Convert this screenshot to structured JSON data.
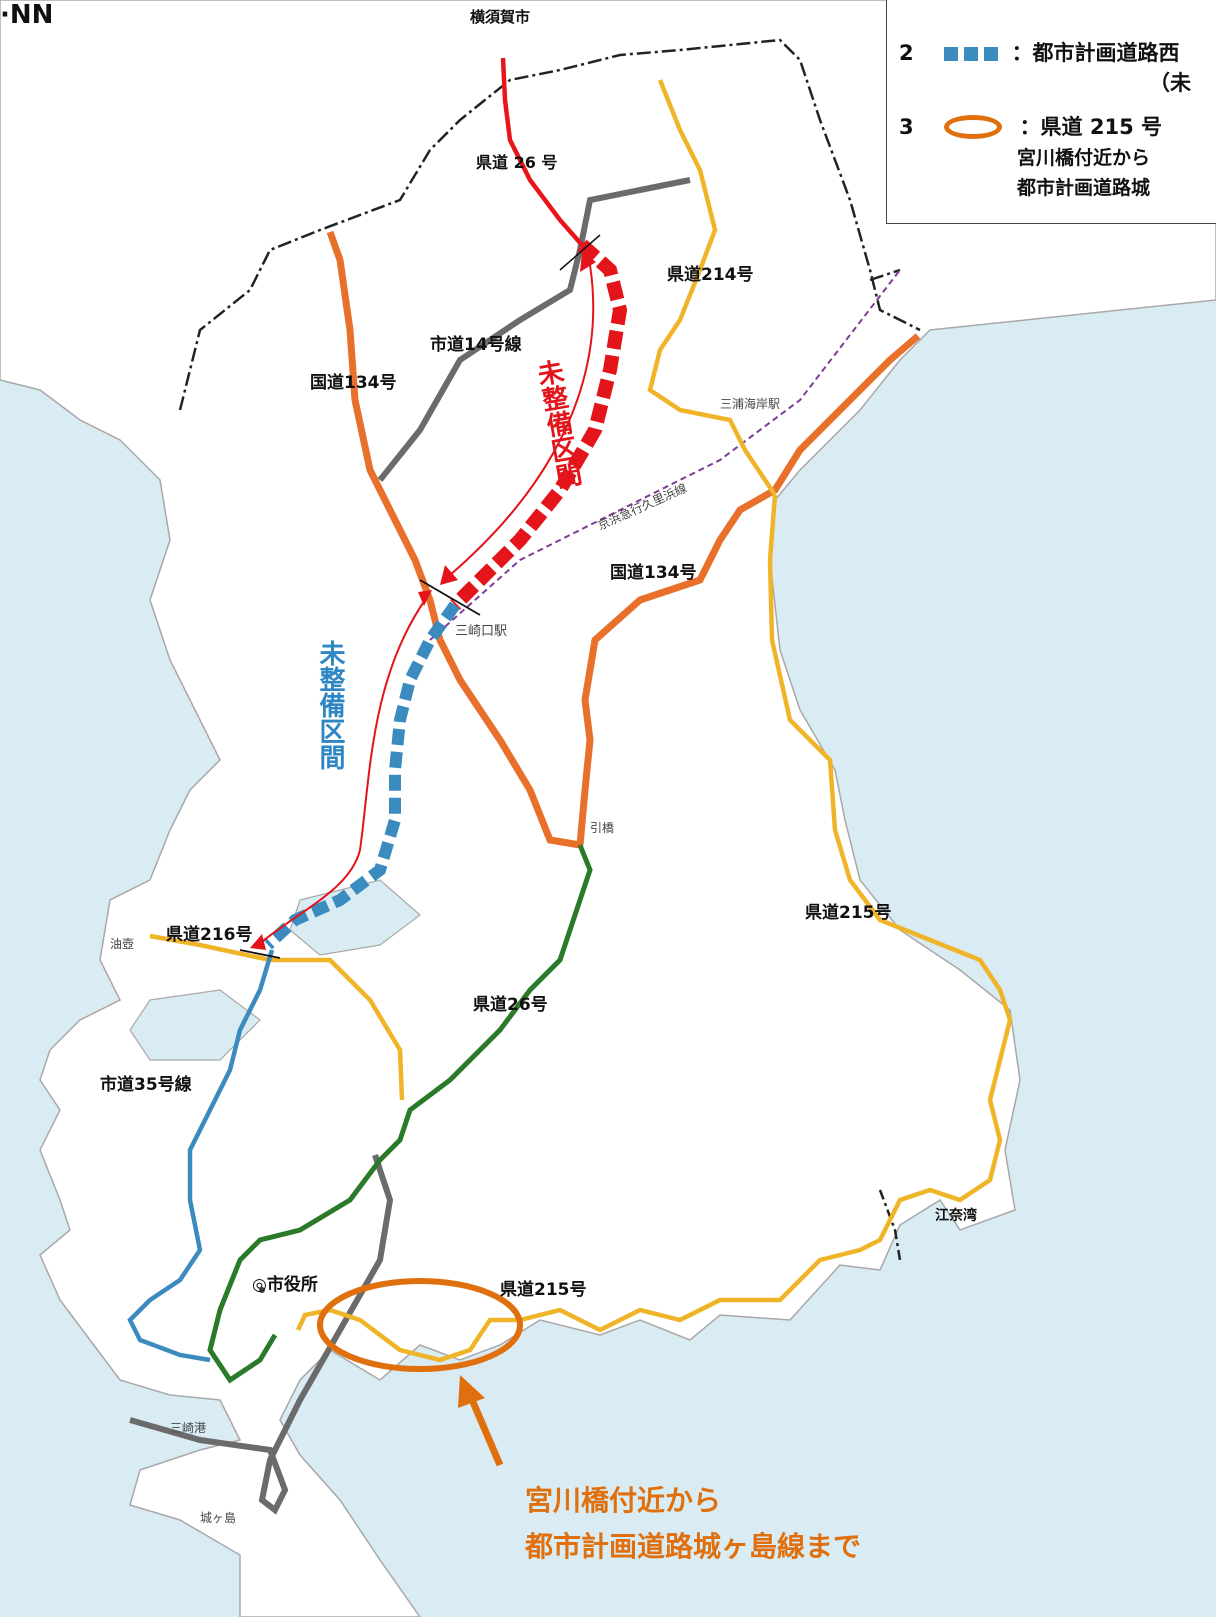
{
  "corner_mark": "·NN",
  "legend": {
    "item2_num": "2",
    "item2_text": "：都市計画道路西",
    "item2_sub": "（未",
    "item3_num": "3",
    "item3_text": "：県道 215 号",
    "item3_sub1": "宮川橋付近から",
    "item3_sub2": "都市計画道路城"
  },
  "labels": {
    "city_yokosuka": "横須賀市",
    "road26_north": "県道 26 号",
    "road214": "県道214号",
    "road134_west": "国道134号",
    "city14": "市道14号線",
    "misaki_beach": "三浦海岸駅",
    "keikyu": "京浜急行久里浜線",
    "road134_east": "国道134号",
    "misakiguchi": "三崎口駅",
    "unfinished_red": "未整備区間",
    "unfinished_blue": "未整備区間",
    "hikihashi": "引橋",
    "road216": "県道216号",
    "aburatsubo": "油壺",
    "road215_east": "県道215号",
    "road26_south": "県道26号",
    "city35": "市道35号線",
    "city_hall": "◎市役所",
    "road215_south": "県道215号",
    "enawan": "江奈湾",
    "misaki_port": "三崎港",
    "jogashima": "城ヶ島",
    "callout_line1": "宮川橋付近から",
    "callout_line2": "都市計画道路城ヶ島線まで"
  },
  "colors": {
    "sea": "#d9ecf4",
    "land": "#ffffff",
    "coast": "#999999",
    "national_road": "#e8702a",
    "prefectural_road": "#f0b429",
    "city_road_gray": "#6b6b6b",
    "road26_north_red": "#e8161a",
    "road26_south_green": "#2a7a2a",
    "west_road_blue": "#3b8bbf",
    "unfinished_red": "#e3141a",
    "highlight_orange": "#e0700e",
    "boundary": "#222222",
    "railway": "#7d3c98"
  }
}
